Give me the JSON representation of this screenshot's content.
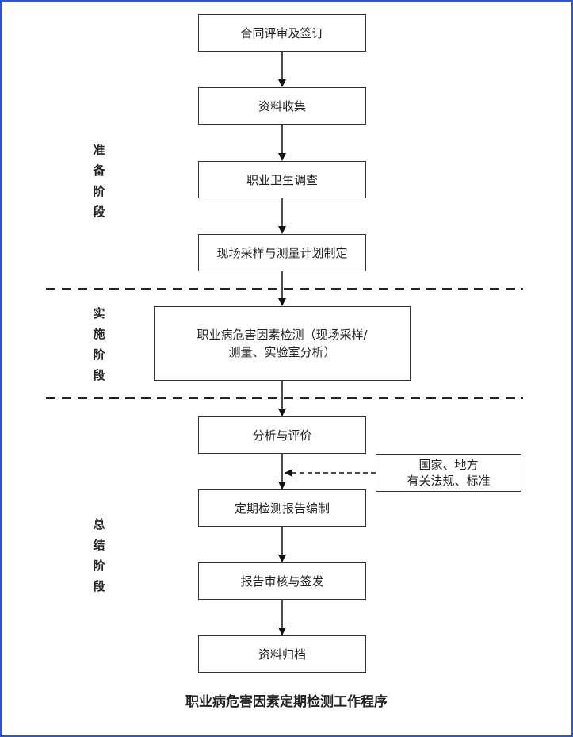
{
  "diagram": {
    "caption": "职业病危害因素定期检测工作程序",
    "stages": {
      "preparation": [
        "准",
        "备",
        "阶",
        "段"
      ],
      "implementation": [
        "实",
        "施",
        "阶",
        "段"
      ],
      "summary": [
        "总",
        "结",
        "阶",
        "段"
      ]
    },
    "steps": {
      "contract": "合同评审及签订",
      "collect": "资料收集",
      "survey": "职业卫生调查",
      "plan": "现场采样与测量计划制定",
      "detect_line1": "职业病危害因素检测（现场采样/",
      "detect_line2": "测量、实验室分析）",
      "analysis": "分析与评价",
      "report": "定期检测报告编制",
      "review": "报告审核与签发",
      "archive": "资料归档"
    },
    "reference": {
      "line1": "国家、地方",
      "line2": "有关法规、标准"
    }
  }
}
